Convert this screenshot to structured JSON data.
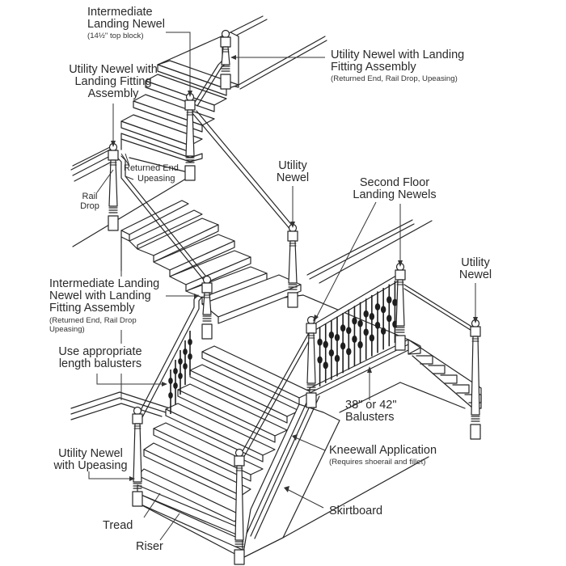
{
  "diagram": {
    "title": "Staircase railing components",
    "type": "isometric line drawing",
    "line_color": "#262626",
    "background": "#ffffff",
    "labels": {
      "intermediate_landing_newel": {
        "main": [
          "Intermediate",
          "Landing Newel"
        ],
        "sub": "(14½\" top block)"
      },
      "utility_newel_landing_fitting_top_right": {
        "main": [
          "Utility Newel with Landing",
          "Fitting Assembly"
        ],
        "sub": "(Returned End, Rail Drop, Upeasing)"
      },
      "utility_newel_landing_fitting_left": {
        "main": [
          "Utility Newel with",
          "Landing Fitting",
          "Assembly"
        ]
      },
      "returned_end": {
        "main": "Returned End"
      },
      "upeasing": {
        "main": "Upeasing"
      },
      "rail_drop": {
        "main": [
          "Rail",
          "Drop"
        ]
      },
      "utility_newel_middle": {
        "main": [
          "Utility",
          "Newel"
        ]
      },
      "second_floor_landing_newels": {
        "main": [
          "Second Floor",
          "Landing Newels"
        ]
      },
      "utility_newel_right": {
        "main": [
          "Utility",
          "Newel"
        ]
      },
      "intermediate_landing_newel_fitting": {
        "main": [
          "Intermediate Landing",
          "Newel with Landing",
          "Fitting Assembly"
        ],
        "sub": [
          "(Returned End, Rail Drop",
          "Upeasing)"
        ]
      },
      "use_appropriate_balusters": {
        "main": [
          "Use appropriate",
          "length balusters"
        ]
      },
      "balusters_38_42": {
        "main": [
          "38\" or 42\"",
          "Balusters"
        ]
      },
      "kneewall_application": {
        "main": "Kneewall Application",
        "sub": "(Requires shoerail and fillet)"
      },
      "utility_newel_with_upeasing": {
        "main": [
          "Utility Newel",
          "with Upeasing"
        ]
      },
      "skirtboard": {
        "main": "Skirtboard"
      },
      "tread": {
        "main": "Tread"
      },
      "riser": {
        "main": "Riser"
      }
    },
    "components": {
      "upper_flight_steps": 4,
      "middle_flight_steps": 5,
      "lower_flight_steps": 7,
      "side_flight_steps": 6,
      "second_floor_landing_balusters": 14,
      "lower_flight_balusters": 5
    }
  }
}
